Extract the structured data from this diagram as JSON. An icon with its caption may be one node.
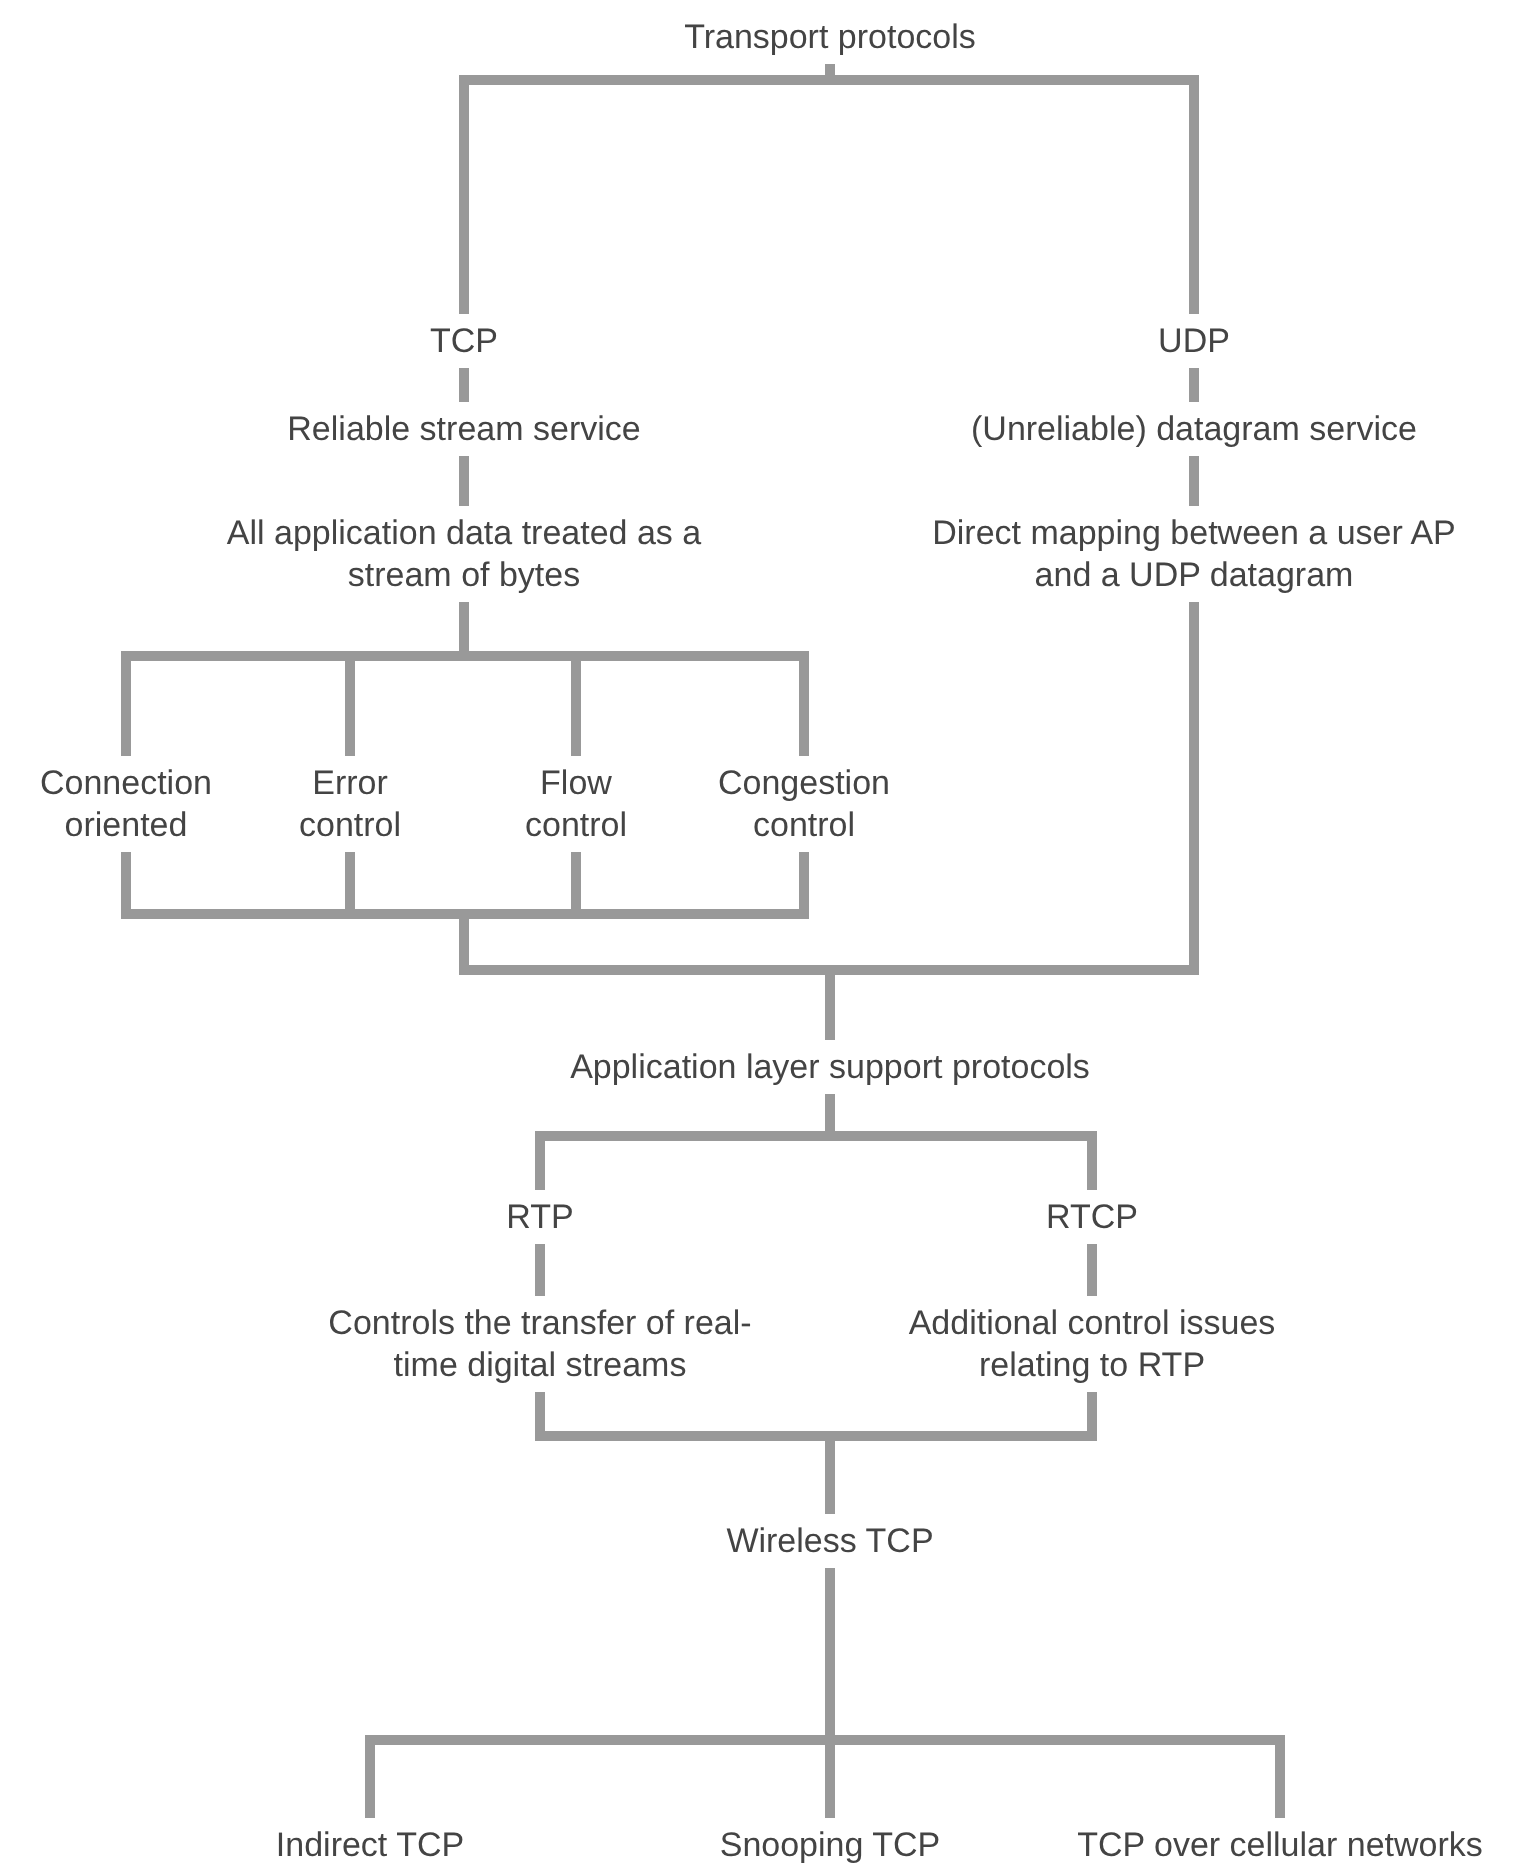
{
  "diagram": {
    "nodes": [
      {
        "text": [
          "Transport protocols"
        ]
      },
      {
        "text": [
          "TCP"
        ]
      },
      {
        "text": [
          "UDP"
        ]
      },
      {
        "text": [
          "Reliable stream service"
        ]
      },
      {
        "text": [
          "(Unreliable) datagram service"
        ]
      },
      {
        "text": [
          "All application data treated as a stream of bytes"
        ]
      },
      {
        "text": [
          "Direct mapping between a user AP and a UDP datagram"
        ]
      },
      {
        "text": [
          "Connection oriented"
        ]
      },
      {
        "text": [
          "Error control"
        ]
      },
      {
        "text": [
          "Flow control"
        ]
      },
      {
        "text": [
          "Congestion control"
        ]
      },
      {
        "text": [
          "Application layer support protocols"
        ]
      },
      {
        "text": [
          "RTP"
        ]
      },
      {
        "text": [
          "RTCP"
        ]
      },
      {
        "text": [
          "Controls the transfer of real-time digital streams"
        ]
      },
      {
        "text": [
          "Additional control issues relating to RTP"
        ]
      },
      {
        "text": [
          "Wireless TCP"
        ]
      },
      {
        "text": [
          "Indirect TCP"
        ]
      },
      {
        "text": [
          "Snooping TCP"
        ]
      },
      {
        "text": [
          "TCP over cellular networks"
        ]
      }
    ],
    "edges": [
      {
        "from": 0,
        "to": 1,
        "arrow": "none"
      },
      {
        "from": 0,
        "to": 2,
        "arrow": "none"
      },
      {
        "from": 1,
        "to": 3,
        "arrow": "none"
      },
      {
        "from": 2,
        "to": 4,
        "arrow": "none"
      },
      {
        "from": 3,
        "to": 5,
        "arrow": "none"
      },
      {
        "from": 4,
        "to": 6,
        "arrow": "none"
      },
      {
        "from": 5,
        "to": 7,
        "arrow": "none"
      },
      {
        "from": 5,
        "to": 8,
        "arrow": "none"
      },
      {
        "from": 5,
        "to": 9,
        "arrow": "none"
      },
      {
        "from": 5,
        "to": 10,
        "arrow": "none"
      },
      {
        "from": 7,
        "to": 11,
        "arrow": "none"
      },
      {
        "from": 8,
        "to": 11,
        "arrow": "none"
      },
      {
        "from": 9,
        "to": 11,
        "arrow": "none"
      },
      {
        "from": 10,
        "to": 11,
        "arrow": "none"
      },
      {
        "from": 6,
        "to": 11,
        "arrow": "none"
      },
      {
        "from": 11,
        "to": 12,
        "arrow": "none"
      },
      {
        "from": 11,
        "to": 13,
        "arrow": "none"
      },
      {
        "from": 12,
        "to": 14,
        "arrow": "none"
      },
      {
        "from": 13,
        "to": 15,
        "arrow": "none"
      },
      {
        "from": 14,
        "to": 16,
        "arrow": "none"
      },
      {
        "from": 15,
        "to": 16,
        "arrow": "none"
      },
      {
        "from": 16,
        "to": 17,
        "arrow": "none"
      },
      {
        "from": 16,
        "to": 18,
        "arrow": "none"
      },
      {
        "from": 16,
        "to": 19,
        "arrow": "none"
      }
    ]
  }
}
